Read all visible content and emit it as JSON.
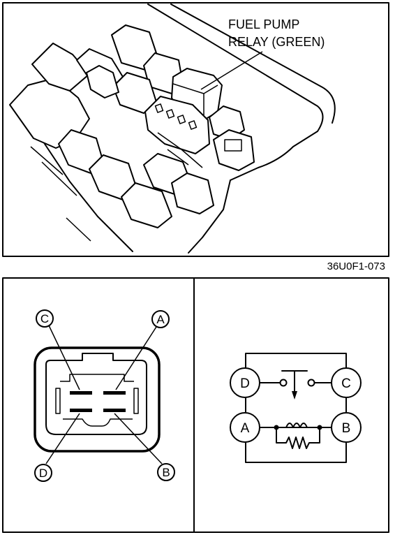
{
  "top_figure": {
    "callout_line1": "FUEL PUMP",
    "callout_line2": "RELAY (GREEN)",
    "figure_code": "36U0F1-073"
  },
  "connector_view": {
    "terminal_c": "C",
    "terminal_a": "A",
    "terminal_d": "D",
    "terminal_b": "B"
  },
  "schematic_view": {
    "terminal_d": "D",
    "terminal_c": "C",
    "terminal_a": "A",
    "terminal_b": "B"
  }
}
